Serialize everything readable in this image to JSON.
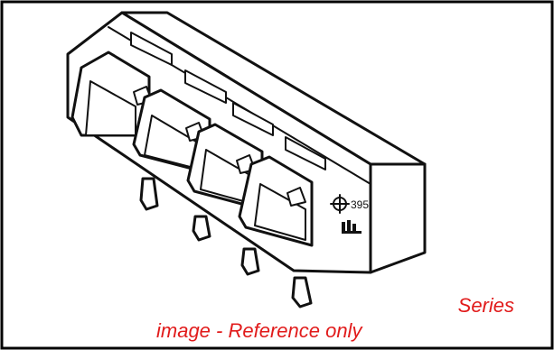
{
  "diagram": {
    "marking_number": "395",
    "series_label": "Series",
    "reference_note": "image - Reference only",
    "colors": {
      "border": "#000000",
      "stroke": "#111111",
      "caption": "#e11b1b",
      "background": "#ffffff"
    }
  }
}
